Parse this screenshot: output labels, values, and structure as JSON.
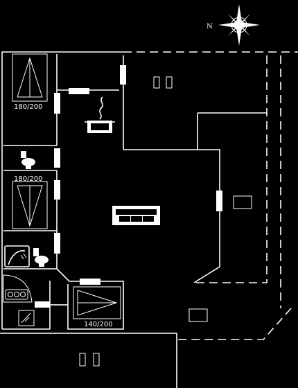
{
  "compass": {
    "north_label": "N"
  },
  "rooms": {
    "bed1": {
      "size_label": "180/200"
    },
    "bed2": {
      "size_label": "180/200"
    },
    "bed3": {
      "size_label": "140/200"
    }
  },
  "icons": {
    "stove": "stove-icon",
    "toilet": "toilet-icon",
    "sofa": "sofa-icon",
    "shower": "shower-icon",
    "washing_machine": "washing-machine-icon",
    "boiler": "boiler-icon"
  },
  "colors": {
    "background": "#000000",
    "lines": "#ffffff"
  }
}
